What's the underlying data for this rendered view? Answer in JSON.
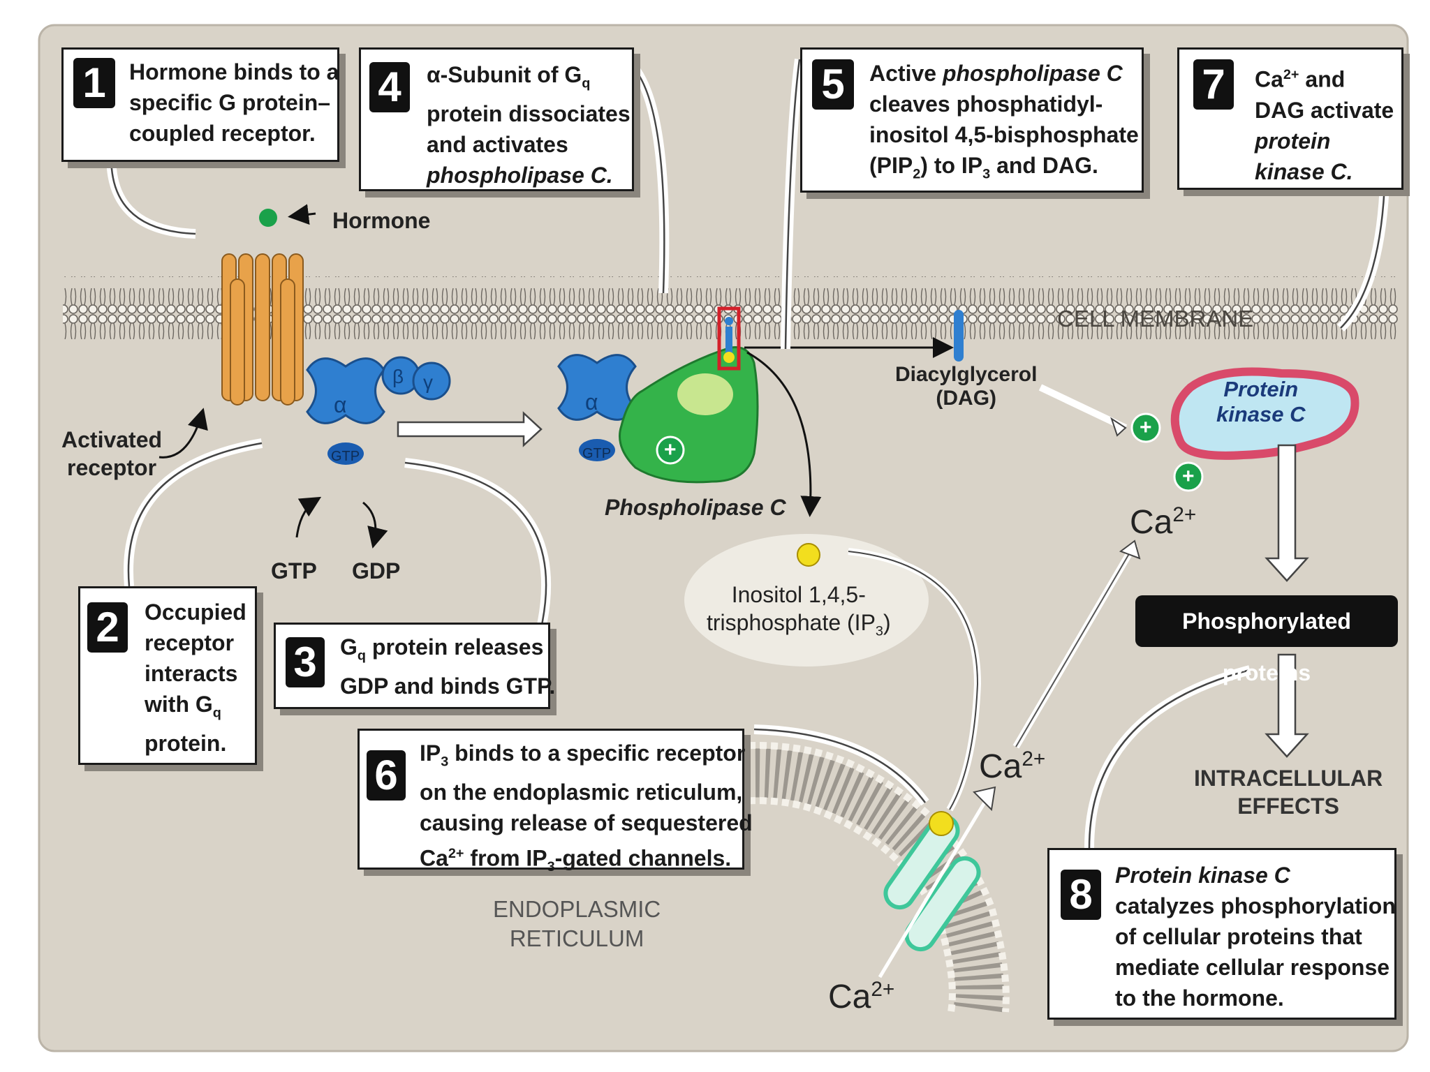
{
  "colors": {
    "panel": "#d9d3c8",
    "receptor": "#e8a24a",
    "g_protein": "#2f7fd0",
    "phospholipase": "#34b34a",
    "hormone_dot": "#1aa14a",
    "pkc_outline": "#d94a6a",
    "pkc_fill": "#bfe6f2",
    "ip3_dot": "#f2de1e",
    "channel": "#3ec79a"
  },
  "icons": [
    "hormone-dot",
    "gpcr-receptor",
    "g-protein-alpha",
    "phospholipase-c-blob",
    "plus-sign",
    "ip3-molecule",
    "ip3-gated-channel",
    "protein-kinase-c-shape"
  ],
  "steps": [
    {
      "num": "1",
      "lines": [
        "Hormone binds to a",
        "specific G protein–",
        "coupled receptor."
      ]
    },
    {
      "num": "2",
      "lines": [
        "Occupied",
        "receptor",
        "interacts",
        "with G",
        "protein."
      ],
      "sub_line": 3,
      "sub": "q"
    },
    {
      "num": "3",
      "l1a": "G",
      "l1sub": "q",
      "l1b": " protein releases",
      "l2": "GDP and binds GTP."
    },
    {
      "num": "4",
      "l1a": "α-Subunit of G",
      "l1sub": "q",
      "l2": "protein dissociates",
      "l3": "and activates",
      "l4": "phospholipase C."
    },
    {
      "num": "5",
      "l1a": "Active ",
      "l1i": "phospholipase C",
      "l2": "cleaves phosphatidyl-",
      "l3": "inositol 4,5-bisphosphate",
      "l4a": "(PIP",
      "l4sub": "2",
      "l4b": ") to IP",
      "l4sub2": "3",
      "l4c": " and DAG."
    },
    {
      "num": "6",
      "l1a": "IP",
      "l1sub": "3",
      "l1b": " binds to a specific receptor",
      "l2": "on the endoplasmic reticulum,",
      "l3": "causing release of sequestered",
      "l4a": "Ca",
      "l4sup": "2+",
      "l4b": " from IP",
      "l4sub": "3",
      "l4c": "-gated channels."
    },
    {
      "num": "7",
      "l1a": "Ca",
      "l1sup": "2+",
      "l1b": " and",
      "l2": "DAG activate",
      "l3": "protein",
      "l4": "kinase C."
    },
    {
      "num": "8",
      "l1": "Protein kinase C",
      "l2": "catalyzes phosphorylation",
      "l3": "of cellular proteins that",
      "l4": "mediate cellular response",
      "l5": "to the hormone."
    }
  ],
  "labels": {
    "hormone": "Hormone",
    "activated_receptor": [
      "Activated",
      "receptor"
    ],
    "alpha": "α",
    "beta": "β",
    "gamma": "γ",
    "gtp_small": "GTP",
    "gtp": "GTP",
    "gdp": "GDP",
    "plus": "+",
    "phospholipase_c": "Phospholipase C",
    "cell_membrane": "CELL MEMBRANE",
    "dag": [
      "Diacylglycerol",
      "(DAG)"
    ],
    "pkc": [
      "Protein",
      "kinase C"
    ],
    "ca": "Ca",
    "ca_sup": "2+",
    "ip3_line1": "Inositol 1,4,5-",
    "ip3_line2a": "trisphosphate (IP",
    "ip3_sub": "3",
    "ip3_line2b": ")",
    "phosphorylated_proteins": "Phosphorylated proteins",
    "intracellular": [
      "INTRACELLULAR",
      "EFFECTS"
    ],
    "er": [
      "ENDOPLASMIC",
      "RETICULUM"
    ]
  }
}
